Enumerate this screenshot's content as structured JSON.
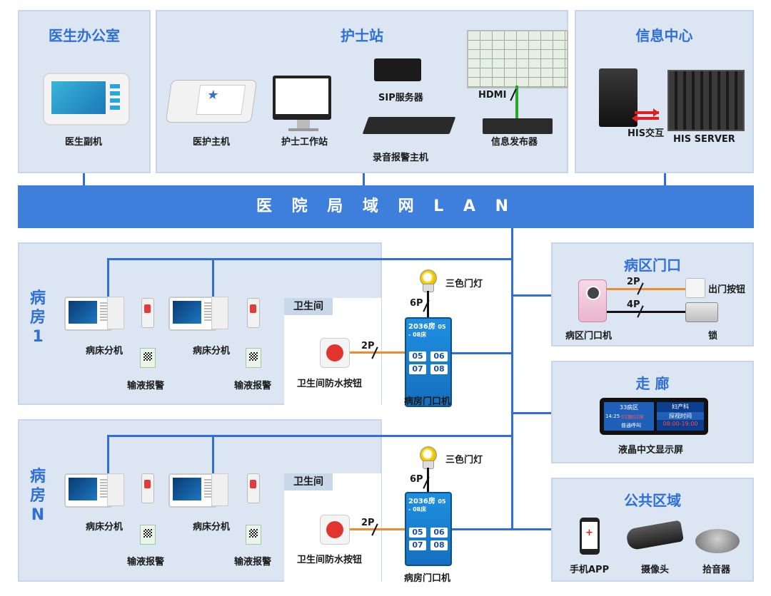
{
  "lan_label": "医 院 局 域 网 L A N",
  "top": {
    "doctor_office": {
      "title": "医生办公室",
      "device": "医生副机"
    },
    "nurse_station": {
      "title": "护士站",
      "medical_host": "医护主机",
      "nurse_workstation": "护士工作站",
      "sip_server": "SIP服务器",
      "recording_host": "录音报警主机",
      "hdmi": "HDMI",
      "info_publisher": "信息发布器"
    },
    "info_center": {
      "title": "信息中心",
      "his_interaction": "HIS交互",
      "his_server": "HIS SERVER"
    }
  },
  "wards": [
    {
      "label": "病房 1",
      "bed_unit_1": "病床分机",
      "infusion_1": "输液报警",
      "bed_unit_2": "病床分机",
      "infusion_2": "输液报警",
      "toilet_tab": "卫生间",
      "toilet_button": "卫生间防水按钮",
      "wire_2p": "2P",
      "wire_6p": "6P",
      "lamp": "三色门灯",
      "door_unit": "病房门口机",
      "screen_header": "2036房",
      "screen_header_right": "05 - 08床",
      "beds": [
        "05",
        "06",
        "07",
        "08"
      ]
    },
    {
      "label": "病房 N",
      "bed_unit_1": "病床分机",
      "infusion_1": "输液报警",
      "bed_unit_2": "病床分机",
      "infusion_2": "输液报警",
      "toilet_tab": "卫生间",
      "toilet_button": "卫生间防水按钮",
      "wire_2p": "2P",
      "wire_6p": "6P",
      "lamp": "三色门灯",
      "door_unit": "病房门口机",
      "screen_header": "2036房",
      "screen_header_right": "05 - 08床",
      "beds": [
        "05",
        "06",
        "07",
        "08"
      ]
    }
  ],
  "ward_entrance": {
    "title": "病区门口",
    "device": "病区门口机",
    "wire_2p": "2P",
    "exit_button": "出门按钮",
    "wire_4p": "4P",
    "lock": "锁"
  },
  "corridor": {
    "title": "走 廊",
    "display_left": "33病区",
    "display_right": "妇产科",
    "display_visit_label": "探视时间",
    "display_time": "08:00-19:00",
    "display_sub1": "01病02床",
    "display_sub2": "普通呼叫",
    "display_clock": "14:25",
    "device": "液晶中文显示屏"
  },
  "public_area": {
    "title": "公共区域",
    "mobile_app": "手机APP",
    "camera": "摄像头",
    "pickup": "拾音器"
  },
  "colors": {
    "accent": "#2f6fd6",
    "lan": "#3f7fdc",
    "panel": "#dce6f3",
    "orange_wire": "#f08a2a",
    "hdmi_wire": "#2aa52a"
  }
}
